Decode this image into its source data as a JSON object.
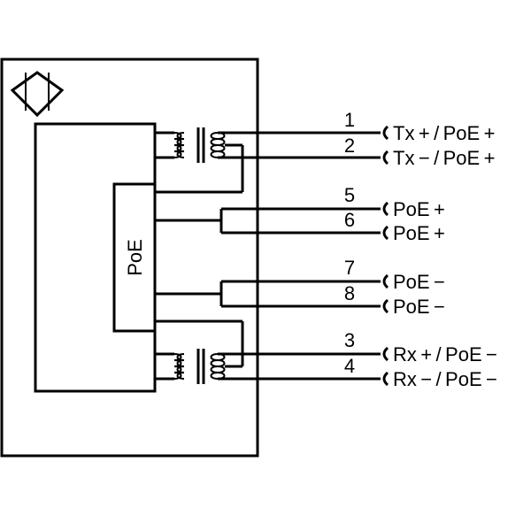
{
  "diagram": {
    "block_label": "PoE",
    "pins": [
      {
        "number": "1",
        "label": "Tx + / PoE +"
      },
      {
        "number": "2",
        "label": "Tx − / PoE +"
      },
      {
        "number": "5",
        "label": "PoE +"
      },
      {
        "number": "6",
        "label": "PoE +"
      },
      {
        "number": "7",
        "label": "PoE −"
      },
      {
        "number": "8",
        "label": "PoE −"
      },
      {
        "number": "3",
        "label": "Rx + / PoE −"
      },
      {
        "number": "4",
        "label": "Rx − / PoE −"
      }
    ]
  }
}
